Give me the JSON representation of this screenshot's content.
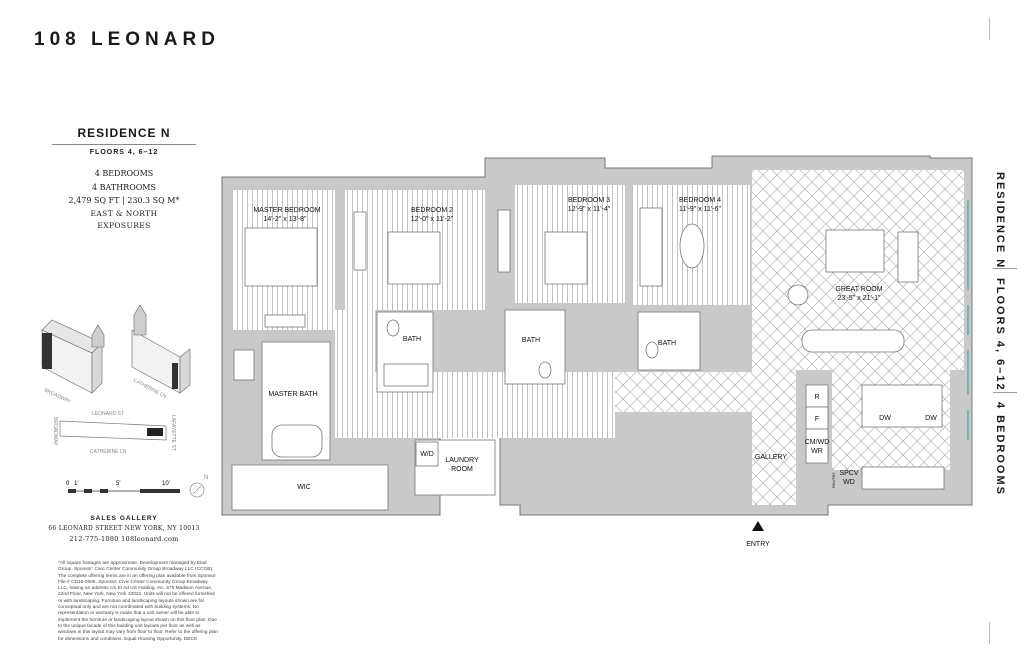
{
  "brand": "108 LEONARD",
  "residence": {
    "title": "RESIDENCE N",
    "floors": "FLOORS 4, 6–12",
    "bedrooms": "4 BEDROOMS",
    "bathrooms": "4 BATHROOMS",
    "area": "2,479 SQ FT | 230.3 SQ M*",
    "exposure_1": "EAST & NORTH",
    "exposure_2": "EXPOSURES"
  },
  "side": {
    "residence": "RESIDENCE N",
    "floors": "FLOORS 4, 6–12",
    "bedrooms": "4 BEDROOMS"
  },
  "rooms": {
    "master_bedroom": "MASTER BEDROOM",
    "master_bedroom_dim": "14'-2\" x 13'-8\"",
    "bedroom2": "BEDROOM 2",
    "bedroom2_dim": "12'-0\" x 11'-2\"",
    "bedroom3": "BEDROOM 3",
    "bedroom3_dim": "12'-9\" x 11'-4\"",
    "bedroom4": "BEDROOM 4",
    "bedroom4_dim": "11'-9\" x 11'-6\"",
    "bath": "BATH",
    "master_bath": "MASTER BATH",
    "wic": "WIC",
    "wd": "W/D",
    "laundry_1": "LAUNDRY",
    "laundry_2": "ROOM",
    "gallery": "GALLERY",
    "great_room": "GREAT ROOM",
    "great_room_dim": "23'-5\" x 21'-1\"",
    "r": "R",
    "f": "F",
    "dw": "DW",
    "cmwd": "CM/WD",
    "wr": "WR",
    "spcv": "SPCV",
    "wd_short": "WD",
    "pantry": "PANTRY",
    "entry": "ENTRY"
  },
  "keyplan": {
    "leonard": "LEONARD ST",
    "catherine": "CATHERINE LN",
    "broadway": "BROADWAY",
    "lafayette": "LAFAYETTE ST",
    "broadway_iso": "BROADWAY",
    "catherine_iso": "CATHERINE LN"
  },
  "scale": {
    "zero": "0",
    "one": "1'",
    "five": "5'",
    "ten": "10'",
    "north": "N"
  },
  "sales": {
    "title": "SALES GALLERY",
    "address": "66 LEONARD STREET   NEW YORK, NY 10013",
    "phone": "212-775-1080   108leonard.com"
  },
  "disclaimer": "*All square footages are approximate. Development managed by Elad Group. Sponsor: Civic Center Community Group Broadway LLC (CCGB). The complete offering terms are in an offering plan available from Sponsor. File # CD16-0006. Sponsor: Civic Center Community Group Broadway LLC, having an address c/o El Ad US Holding, Inc, 575 Madison Avenue, 22nd Floor, New York, New York 10022. Units will not be offered furnished or with landscaping. Furniture and landscaping layouts shown are for conceptual only and are not coordinated with building systems. No representation or warranty is made that a unit owner will be able to implement the furniture or landscaping layout shown on this floor plan. Due to the unique facade of this building unit layouts per floor as well as windows in this layout may vary from floor to floor. Refer to the offering plan for dimensions and conditions. Equal Housing Opportunity. DECK"
}
